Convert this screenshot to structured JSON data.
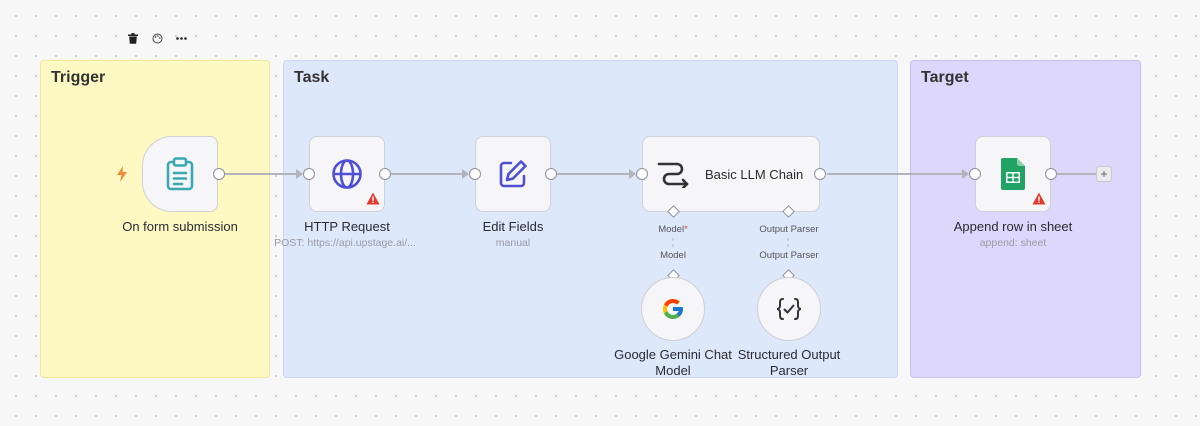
{
  "groups": {
    "trigger": "Trigger",
    "task": "Task",
    "target": "Target"
  },
  "toolbar": {
    "icons": [
      "trash-icon",
      "palette-icon",
      "more-icon"
    ]
  },
  "nodes": {
    "form": {
      "label": "On form submission",
      "icon": "clipboard-icon",
      "color": "#3aa8b3"
    },
    "http": {
      "label": "HTTP Request",
      "sub": "POST: https://api.upstage.ai/...",
      "icon": "globe-icon",
      "color": "#4f4fd6"
    },
    "edit": {
      "label": "Edit Fields",
      "sub": "manual",
      "icon": "pen-icon",
      "color": "#4f4fd6"
    },
    "chain": {
      "label": "Basic LLM Chain",
      "icon": "chain-icon",
      "ports": {
        "model": "Model",
        "model_req": "*",
        "parser": "Output Parser"
      }
    },
    "gemini": {
      "label": "Google Gemini Chat Model",
      "icon": "google-icon",
      "port": "Model"
    },
    "parser": {
      "label": "Structured Output Parser",
      "icon": "braces-icon",
      "port": "Output Parser"
    },
    "sheet": {
      "label": "Append row in sheet",
      "sub": "append: sheet",
      "icon": "sheets-icon",
      "color": "#21a366"
    }
  },
  "add": "+",
  "colors": {
    "warning": "#e23b2e",
    "trigger_bolt": "#f08a3a"
  }
}
